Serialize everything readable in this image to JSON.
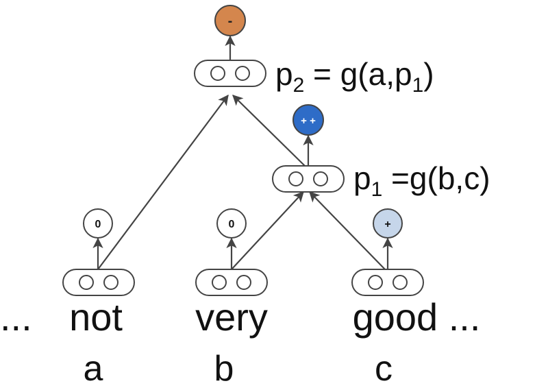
{
  "words": {
    "leading": "...",
    "w1": "not",
    "w2": "very",
    "w3": "good ..."
  },
  "variables": {
    "a": "a",
    "b": "b",
    "c": "c"
  },
  "formulas": {
    "p2": {
      "lhs": "p",
      "lhs_sub": "2",
      "mid": " = g(a,p",
      "mid_sub": "1",
      "end": ")"
    },
    "p1": {
      "lhs": "p",
      "lhs_sub": "1",
      "mid": " =g(b,c)"
    }
  },
  "sentiments": {
    "top": {
      "label": "-",
      "color": "#d4864d"
    },
    "p1": {
      "label": "+ +",
      "color": "#2e6cc7"
    },
    "not": {
      "label": "0",
      "color": "#ffffff"
    },
    "very": {
      "label": "0",
      "color": "#ffffff"
    },
    "good": {
      "label": "+",
      "color": "#c6d6ea"
    }
  }
}
